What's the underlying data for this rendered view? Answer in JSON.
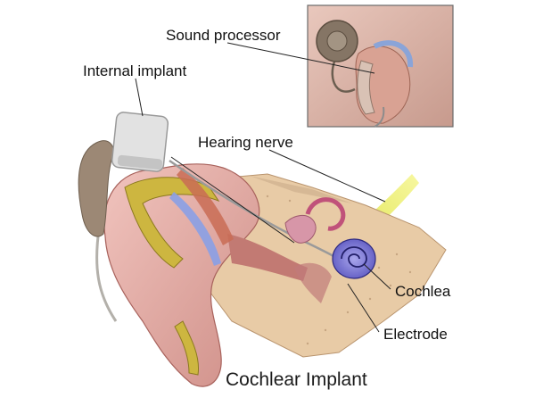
{
  "diagram": {
    "caption": "Cochlear Implant",
    "labels": {
      "sound_processor": "Sound processor",
      "internal_implant": "Internal implant",
      "hearing_nerve": "Hearing nerve",
      "cochlea": "Cochlea",
      "electrode": "Electrode"
    }
  },
  "colors": {
    "skin": "#e9b3ad",
    "skin_dark": "#b8746f",
    "bone": "#e6c9a6",
    "cartilage": "#c9b23a",
    "nerve": "#e8ec52",
    "cochlea": "#7d79d6",
    "implant": "#dcdcdc",
    "inset_bg": "#d9b3a7",
    "inset_border": "#666666"
  }
}
